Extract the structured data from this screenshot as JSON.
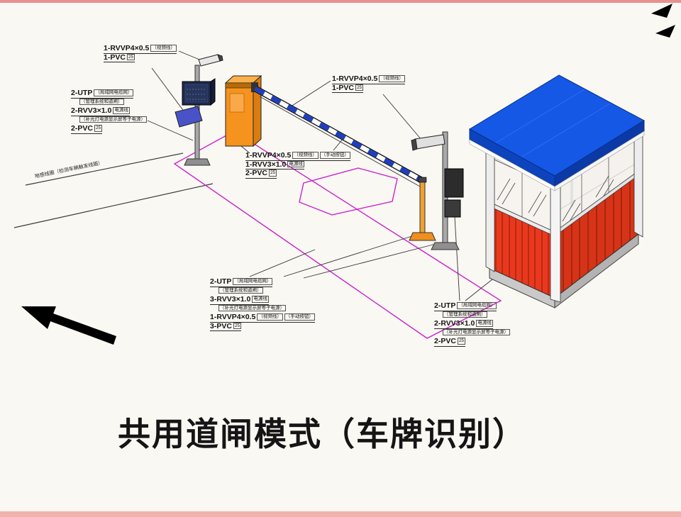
{
  "title": "共用道闸模式（车牌识别）",
  "groups": {
    "cam1": {
      "line1": {
        "main": "1-RVVP4×0.5",
        "note": "（视频线）"
      },
      "line2": {
        "main": "1-PVC",
        "note": "25"
      }
    },
    "pole1": {
      "line1": {
        "main": "2-UTP",
        "note": "（局域网电缆网）"
      },
      "line2": {
        "note": "（管理系统和道闸）"
      },
      "line3": {
        "main": "2-RVV3×1.0",
        "note": "电源线"
      },
      "line4": {
        "note": "（补光灯电源显示屏等子电源）"
      },
      "line5": {
        "main": "2-PVC",
        "note": "25"
      }
    },
    "loop": {
      "text": "地感线圈（检测车辆触发线圈）"
    },
    "lane": {
      "line1": {
        "main": "1-RVVP4×0.5",
        "note": "（视频线）",
        "note2": "（手动按钮）"
      },
      "line2": {
        "main": "1-RVV3×1.0",
        "note": "电源线"
      },
      "line3": {
        "main": "2-PVC",
        "note": "25"
      }
    },
    "cam2": {
      "line1": {
        "main": "1-RVVP4×0.5",
        "note": "（视频线）"
      },
      "line2": {
        "main": "1-PVC",
        "note": "25"
      }
    },
    "mid": {
      "line1": {
        "main": "2-UTP",
        "note": "（局域网电缆网）"
      },
      "line2": {
        "note": "（管理系统和道闸）"
      },
      "line3": {
        "main": "3-RVV3×1.0",
        "note": "电源线"
      },
      "line4": {
        "note": "（补光灯电源显示屏等子电源）"
      },
      "line5": {
        "main": "1-RVVP4×0.5",
        "note": "（视频线）",
        "note2": "（手动按钮）"
      },
      "line6": {
        "main": "3-PVC",
        "note": "25"
      }
    },
    "booth": {
      "line1": {
        "main": "2-UTP",
        "note": "（局域网电缆网）"
      },
      "line2": {
        "note": "（管理系统和道闸）"
      },
      "line3": {
        "main": "2-RVV3×1.0",
        "note": "电源线"
      },
      "line4": {
        "note": "（补光灯电源显示屏等子电源）"
      },
      "line5": {
        "main": "2-PVC",
        "note": "25"
      }
    }
  },
  "icons": {
    "direction_arrow": "solid-arrow-up-left",
    "corner_markers": "small-dart-arrows"
  },
  "colors": {
    "roof_blue": "#1558e6",
    "machine_orange": "#f6921e",
    "panel_red": "#e8391f",
    "lane_magenta": "#cc22cc",
    "support_orange": "#f0a030",
    "flash_blue": "#4953c8"
  }
}
